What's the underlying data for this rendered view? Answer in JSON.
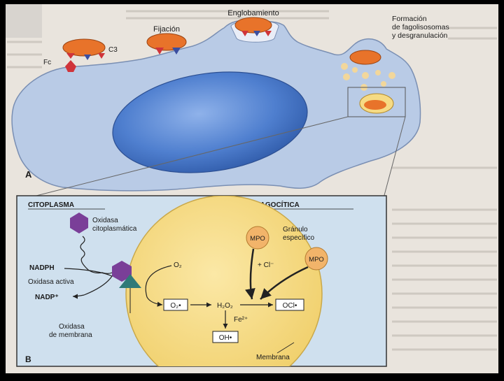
{
  "panel_a": {
    "letter": "A",
    "labels": {
      "fijacion": "Fijación",
      "englobamiento": "Englobamiento",
      "formacion_line1": "Formación",
      "formacion_line2": "de fagolisosomas",
      "formacion_line3": "y desgranulación",
      "fc": "Fc",
      "c3": "C3"
    }
  },
  "panel_b": {
    "letter": "B",
    "headers": {
      "citoplasma": "CITOPLASMA",
      "vacuola": "VACUOLA FAGOCÍTICA"
    },
    "labels": {
      "oxidasa_cito_line1": "Oxidasa",
      "oxidasa_cito_line2": "citoplasmática",
      "nadph": "NADPH",
      "oxidasa_activa": "Oxidasa activa",
      "nadp": "NADP⁺",
      "oxidasa_mem_line1": "Oxidasa",
      "oxidasa_mem_line2": "de membrana",
      "o2": "O₂",
      "o2_radical": "O₂•",
      "h2o2": "H₂O₂",
      "cl": "+ Cl⁻",
      "ocl": "OCl•",
      "fe": "Fe²⁺",
      "oh": "OH•",
      "mpo1": "MPO",
      "mpo2": "MPO",
      "granulo_line1": "Gránulo",
      "granulo_line2": "específico",
      "membrana": "Membrana"
    }
  },
  "colors": {
    "cell": "#b9cbe6",
    "nucleus": "#4f7fcf",
    "bacteria": "#e8732a",
    "vacuole": "#f6db84",
    "mpo": "#f2b46a",
    "oxidase_cyto": "#7a3f98",
    "oxidase_mem": "#2f7a78",
    "panel_b_bg": "#cfe0ee"
  }
}
